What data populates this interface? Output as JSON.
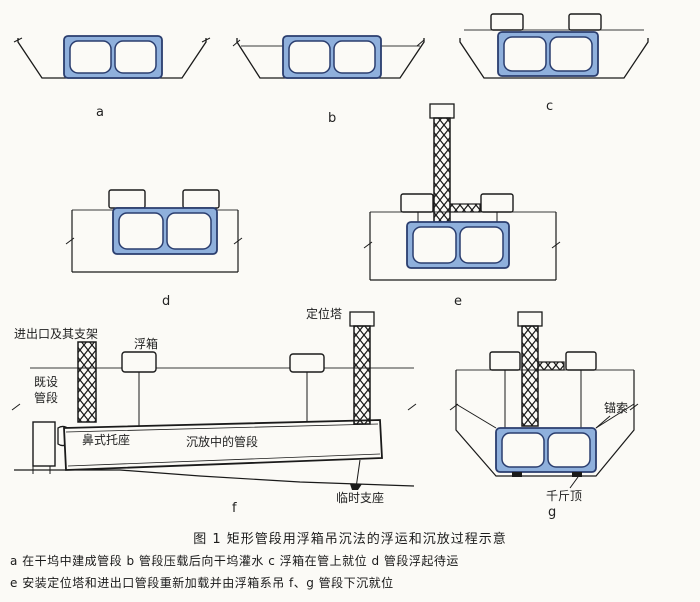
{
  "panel_letters": {
    "a": "a",
    "b": "b",
    "c": "c",
    "d": "d",
    "e": "e",
    "f": "f",
    "g": "g"
  },
  "labels": {
    "entrance_frame": "进出口及其支架",
    "pontoon": "浮箱",
    "positioning_tower": "定位塔",
    "existing_segment_1": "既设",
    "existing_segment_2": "管段",
    "nose_bracket": "鼻式托座",
    "sinking_segment": "沉放中的管段",
    "temp_support": "临时支座",
    "anchor_cable": "锚索",
    "jack": "千斤顶"
  },
  "caption": {
    "title": "图 1   矩形管段用浮箱吊沉法的浮运和沉放过程示意",
    "line1": "a 在干坞中建成管段   b 管段压载后向干坞灌水   c 浮箱在管上就位   d 管段浮起待运",
    "line2": "e 安装定位塔和进出口管段重新加载并由浮箱系吊   f、g 管段下沉就位"
  },
  "colors": {
    "tube_fill": "#8fb0dc",
    "tube_stroke": "#2a3d6e",
    "line": "#1a1a1a",
    "water": "#3a3a3a"
  }
}
